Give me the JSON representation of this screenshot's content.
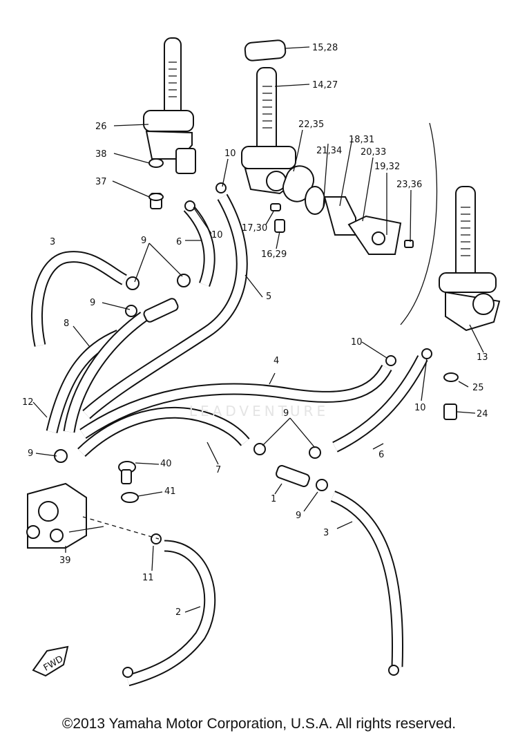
{
  "diagram": {
    "callouts": [
      "15,28",
      "14,27",
      "26",
      "22,35",
      "18,31",
      "21,34",
      "20,33",
      "19,32",
      "23,36",
      "38",
      "37",
      "10",
      "17,30",
      "16,29",
      "10",
      "6",
      "3",
      "9",
      "9",
      "5",
      "8",
      "10",
      "13",
      "4",
      "25",
      "12",
      "9",
      "10",
      "24",
      "9",
      "40",
      "7",
      "6",
      "41",
      "1",
      "9",
      "3",
      "39",
      "11",
      "2"
    ],
    "fwd_label": "FWD"
  },
  "watermark": "LEADVENTURE",
  "footer": {
    "copyright": "©2013 Yamaha Motor Corporation, U.S.A. All rights reserved."
  }
}
